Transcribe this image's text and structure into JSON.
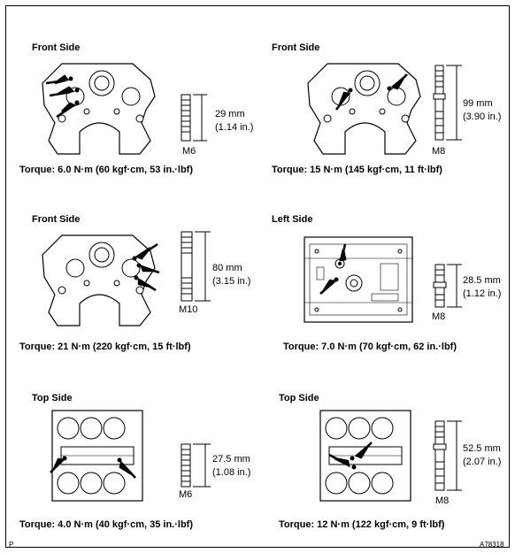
{
  "panels": [
    {
      "title": "Front Side",
      "torque": "Torque: 6.0 N·m (60 kgf·cm, 53 in.·lbf)",
      "length_mm": "29 mm",
      "length_in": "(1.14 in.)",
      "size": "M6"
    },
    {
      "title": "Front Side",
      "torque": "Torque: 15 N·m (145 kgf·cm, 11 ft·lbf)",
      "length_mm": "99 mm",
      "length_in": "(3.90 in.)",
      "size": "M8"
    },
    {
      "title": "Front Side",
      "torque": "Torque: 21 N·m (220 kgf·cm, 15 ft·lbf)",
      "length_mm": "80 mm",
      "length_in": "(3.15 in.)",
      "size": "M10"
    },
    {
      "title": "Left Side",
      "torque": "Torque: 7.0 N·m (70 kgf·cm, 62 in.·lbf)",
      "length_mm": "28.5 mm",
      "length_in": "(1.12 in.)",
      "size": "M8"
    },
    {
      "title": "Top Side",
      "torque": "Torque: 4.0 N·m (40 kgf·cm, 35 in.·lbf)",
      "length_mm": "27.5 mm",
      "length_in": "(1.08 in.)",
      "size": "M6"
    },
    {
      "title": "Top Side",
      "torque": "Torque: 12 N·m (122 kgf·cm, 9 ft·lbf)",
      "length_mm": "52.5 mm",
      "length_in": "(2.07 in.)",
      "size": "M8"
    }
  ],
  "corner_left": "P",
  "figure_id": "A78318"
}
